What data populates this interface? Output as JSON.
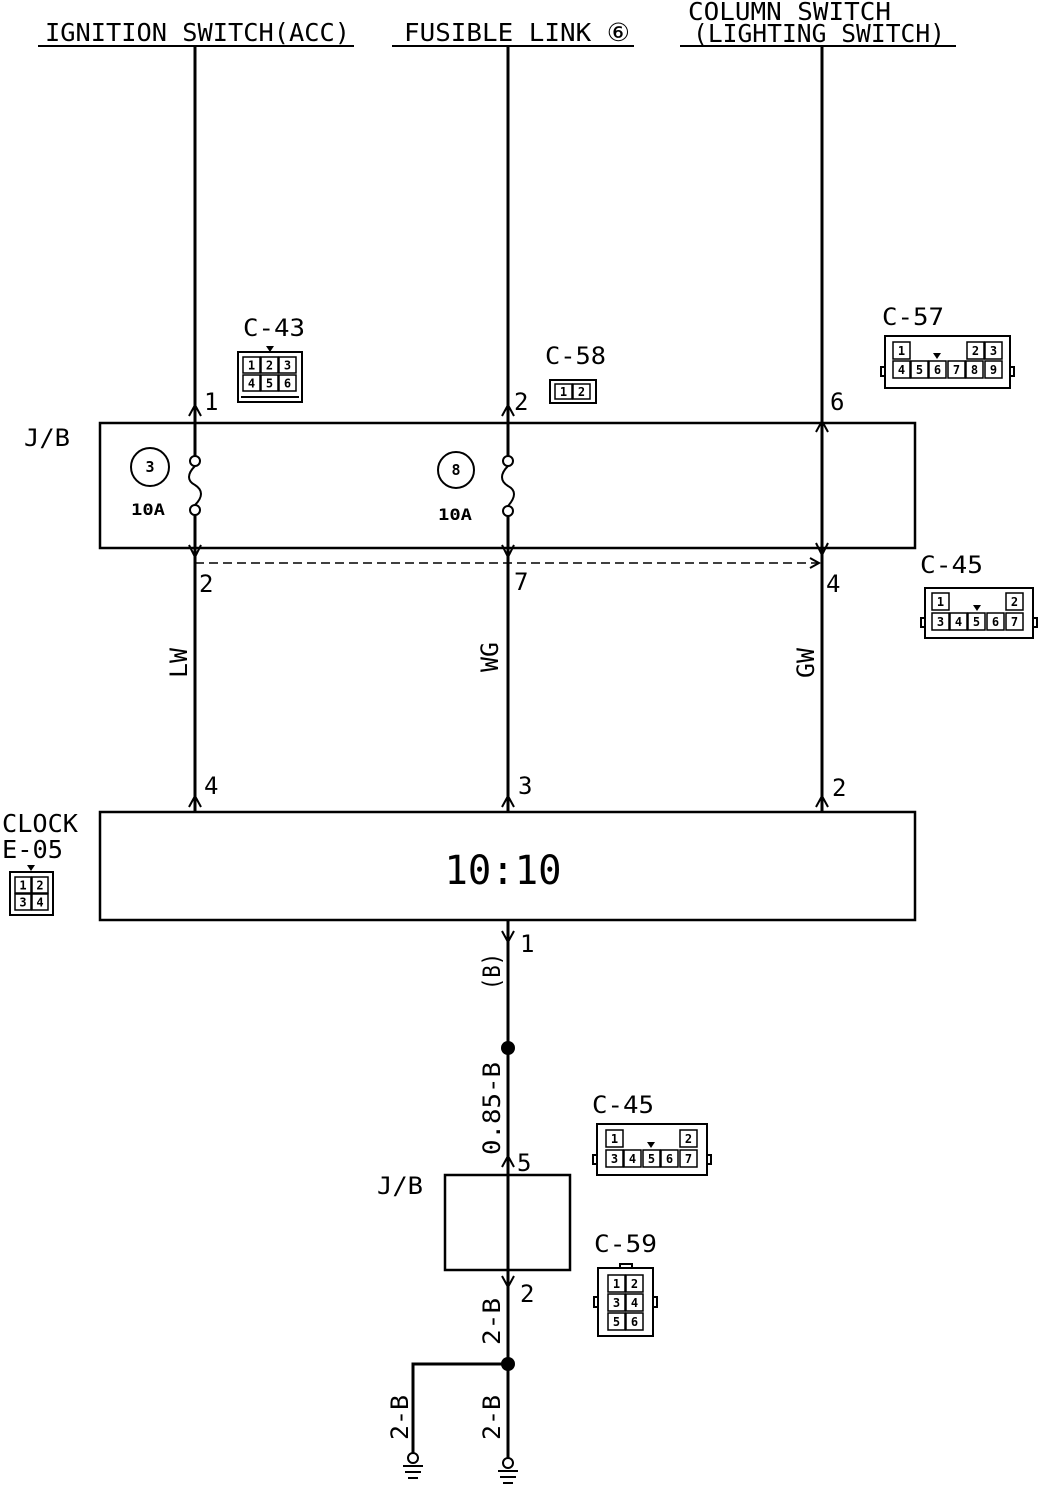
{
  "header": {
    "ignition_switch": "IGNITION SWITCH(ACC)",
    "fusible_link": "FUSIBLE LINK ⑥",
    "column_switch": "COLUMN SWITCH",
    "lighting_switch": "(LIGHTING SWITCH)"
  },
  "junction_block": {
    "label": "J/B",
    "fuse_a": {
      "number": "3",
      "rating": "10A"
    },
    "fuse_b": {
      "number": "8",
      "rating": "10A"
    },
    "input_pins": {
      "ignition": "1",
      "fusible": "2",
      "column": "6"
    },
    "output_pins": {
      "ignition": "2",
      "fusible": "7",
      "column": "4"
    }
  },
  "connectors": {
    "c43": {
      "label": "C-43",
      "pins": [
        "1",
        "2",
        "3",
        "4",
        "5",
        "6"
      ]
    },
    "c58": {
      "label": "C-58",
      "pins": [
        "1",
        "2"
      ]
    },
    "c57": {
      "label": "C-57",
      "pins": [
        "1",
        "2",
        "3",
        "4",
        "5",
        "6",
        "7",
        "8",
        "9"
      ]
    },
    "c45_upper": {
      "label": "C-45",
      "pins": [
        "1",
        "2",
        "3",
        "4",
        "5",
        "6",
        "7"
      ]
    },
    "c45_lower": {
      "label": "C-45",
      "pins": [
        "1",
        "2",
        "3",
        "4",
        "5",
        "6",
        "7"
      ]
    },
    "c59": {
      "label": "C-59",
      "pins": [
        "1",
        "2",
        "3",
        "4",
        "5",
        "6"
      ]
    },
    "e05": {
      "pins": [
        "1",
        "2",
        "3",
        "4"
      ]
    }
  },
  "wire_colors": {
    "ignition": "LW",
    "fusible": "WG",
    "column": "GW"
  },
  "clock": {
    "label": "CLOCK",
    "code": "E-05",
    "display": "10:10",
    "pins": {
      "ignition": "4",
      "fusible": "3",
      "column": "2",
      "ground": "1"
    }
  },
  "ground_circuit": {
    "clock_wire": "(B)",
    "main_wire": "0.85-B",
    "junction_label": "J/B",
    "jb_in_pin": "5",
    "jb_out_pin": "2",
    "wire_after_jb": "2-B",
    "branch_left": "2-B",
    "branch_right": "2-B"
  },
  "colors": {
    "ink": "#000000",
    "paper": "#ffffff"
  }
}
